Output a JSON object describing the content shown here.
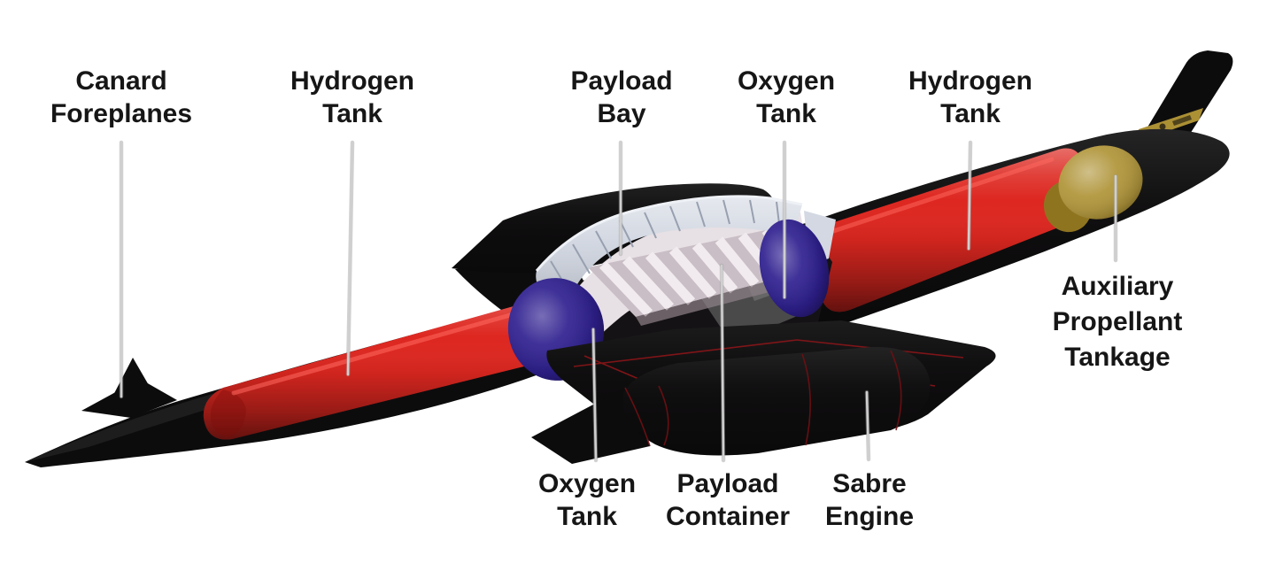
{
  "figure": {
    "background": "#ffffff",
    "labels": [
      {
        "name": "canard-foreplanes",
        "lines": [
          "Canard",
          "Foreplanes"
        ]
      },
      {
        "name": "hydrogen-tank-forward",
        "lines": [
          "Hydrogen",
          "Tank"
        ]
      },
      {
        "name": "payload-bay",
        "lines": [
          "Payload",
          "Bay"
        ]
      },
      {
        "name": "oxygen-tank-aft",
        "lines": [
          "Oxygen",
          "Tank"
        ]
      },
      {
        "name": "hydrogen-tank-aft",
        "lines": [
          "Hydrogen",
          "Tank"
        ]
      },
      {
        "name": "auxiliary-propellant-tankage",
        "lines": [
          "Auxiliary",
          "Propellant",
          "Tankage"
        ]
      },
      {
        "name": "oxygen-tank-forward",
        "lines": [
          "Oxygen",
          "Tank"
        ]
      },
      {
        "name": "payload-container",
        "lines": [
          "Payload",
          "Container"
        ]
      },
      {
        "name": "sabre-engine",
        "lines": [
          "Sabre",
          "Engine"
        ]
      }
    ],
    "colors": {
      "label_text": "#161616",
      "leader_line": "#cfcfcf",
      "fuselage_black": "#0d0c0d",
      "hydrogen_tank_red": "#dd2720",
      "oxygen_tank_blue": "#2e1f8f",
      "auxiliary_tank_gold": "#b0953a",
      "fin_stripe_gold": "#ab9034",
      "payload_door_gray": "#cdd3de",
      "payload_container_white": "#c9bec5",
      "wing_pinstripe_red": "#8c1518"
    }
  }
}
